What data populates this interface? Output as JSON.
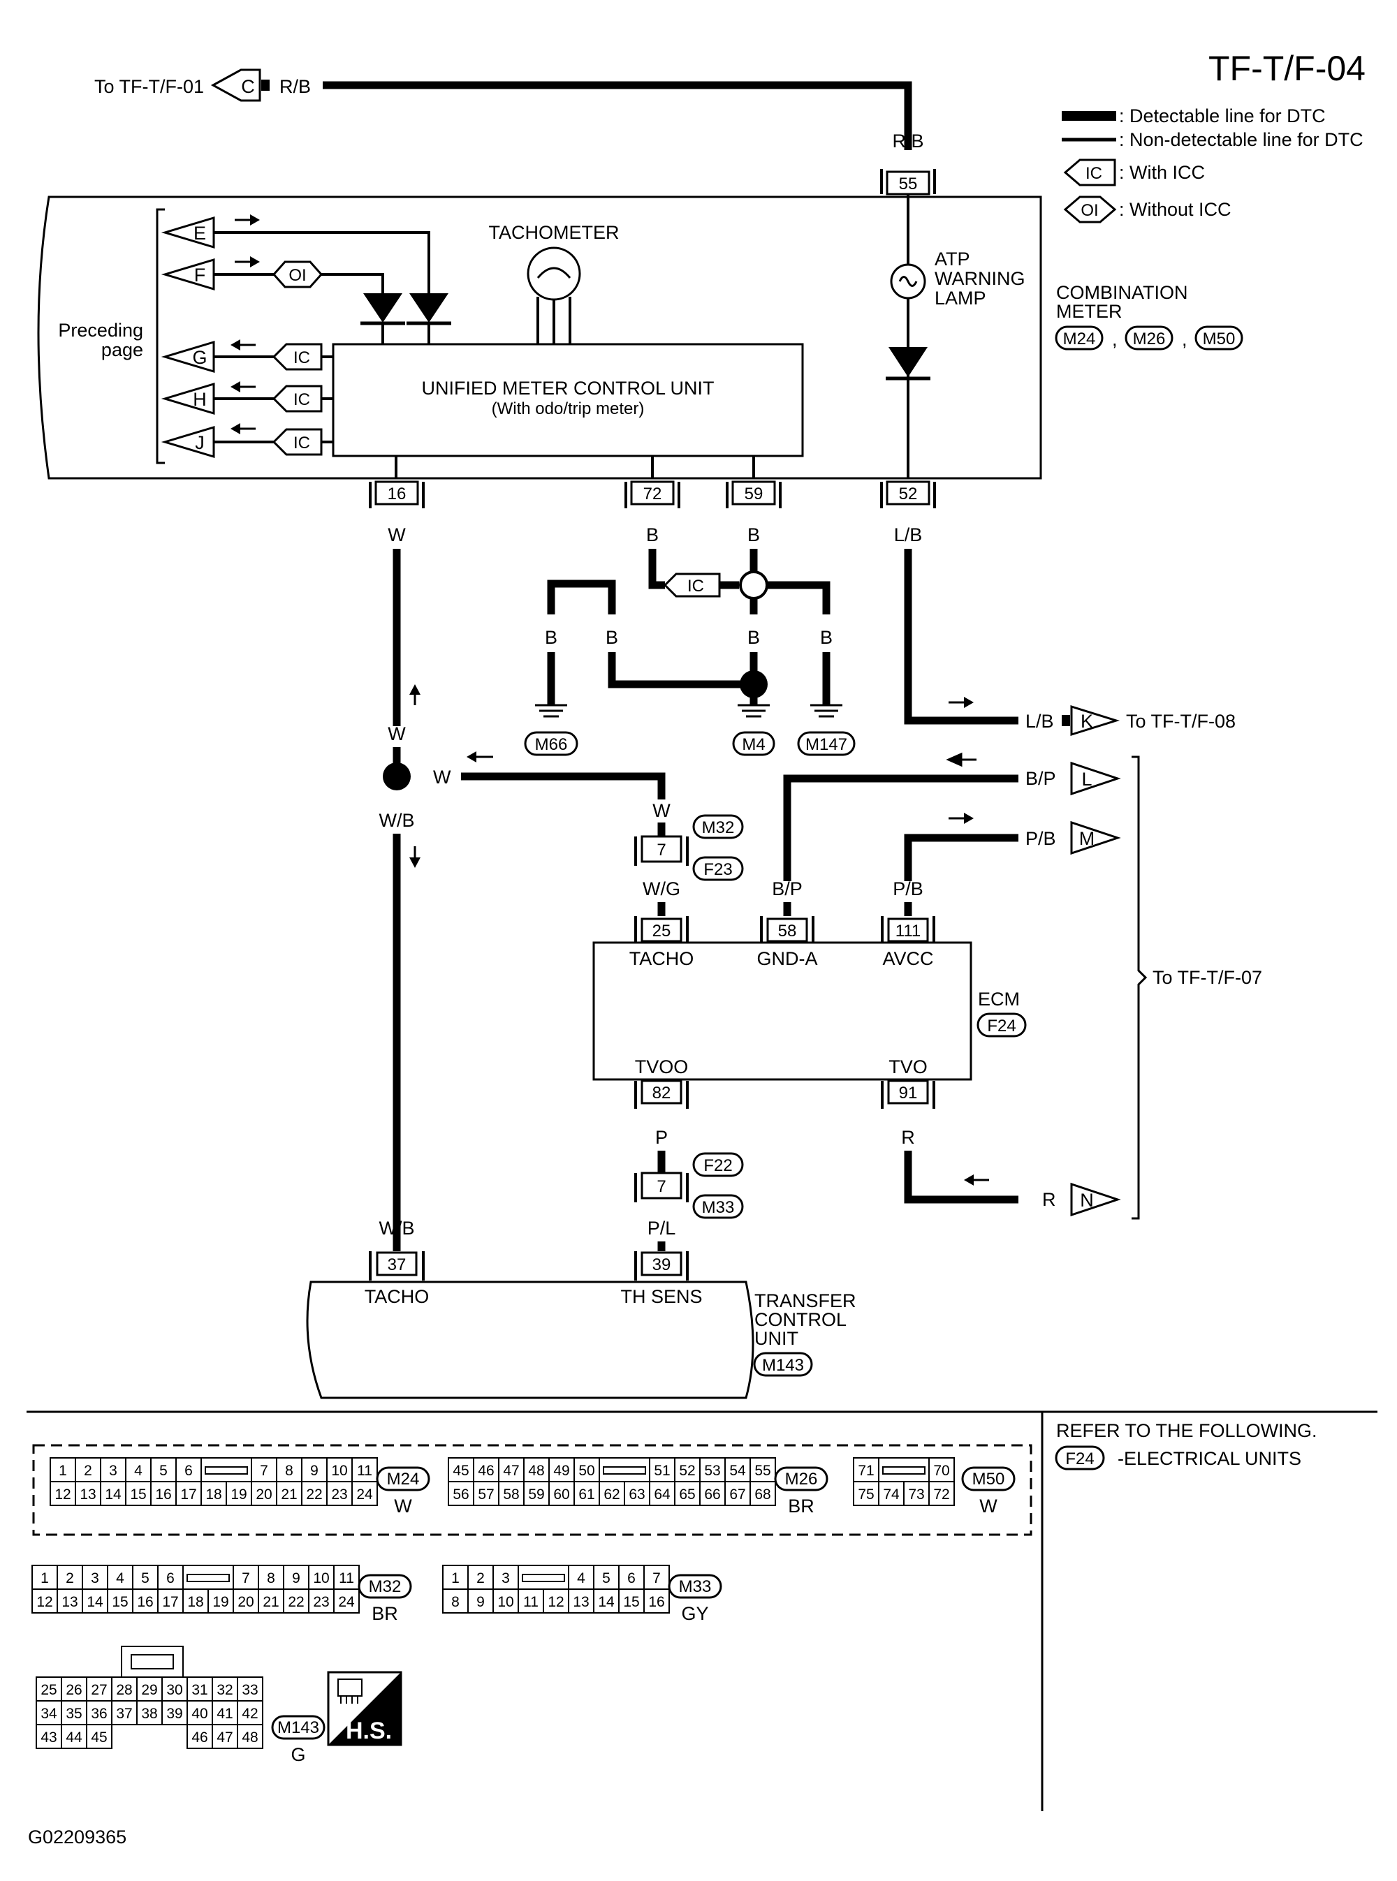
{
  "title": "TF-T/F-04",
  "legend": {
    "detectable": ": Detectable line for DTC",
    "non_detectable": ": Non-detectable line for DTC",
    "with_icc_tag": "IC",
    "with_icc": ": With ICC",
    "without_icc_tag": "OI",
    "without_icc": ": Without ICC"
  },
  "top_link": {
    "text": "To TF-T/F-01",
    "letter": "C",
    "wire": "R/B"
  },
  "combination_meter": {
    "name_line1": "COMBINATION",
    "name_line2": "METER",
    "connectors": [
      "M24",
      "M26",
      "M50"
    ],
    "tachometer": "TACHOMETER",
    "lamp_line1": "ATP",
    "lamp_line2": "WARNING",
    "lamp_line3": "LAMP",
    "unit_line1": "UNIFIED METER CONTROL UNIT",
    "unit_line2": "(With odo/trip meter)",
    "preceding1": "Preceding",
    "preceding2": "page",
    "inputs": [
      "E",
      "F",
      "G",
      "H",
      "J"
    ],
    "pins": {
      "p55": "55",
      "p16": "16",
      "p72": "72",
      "p59": "59",
      "p52": "52"
    }
  },
  "wires": {
    "rb": "R/B",
    "w": "W",
    "b": "B",
    "lb": "L/B",
    "wb": "W/B",
    "wg": "W/G",
    "bp": "B/P",
    "pb": "P/B",
    "p": "P",
    "pl": "P/L",
    "r": "R"
  },
  "grounds": [
    "M66",
    "M4",
    "M147"
  ],
  "right_links": {
    "k_text": "To TF-T/F-08",
    "letters": [
      "K",
      "L",
      "M",
      "N"
    ],
    "group_text": "To TF-T/F-07"
  },
  "joint": {
    "pin": "7",
    "top_conn": "M32",
    "bottom_conn": "F23"
  },
  "ecm": {
    "name": "ECM",
    "conn": "F24",
    "pins": [
      "25",
      "58",
      "111",
      "82",
      "91"
    ],
    "labels": [
      "TACHO",
      "GND-A",
      "AVCC",
      "TVOO",
      "TVO"
    ]
  },
  "joint2": {
    "pin": "7",
    "top_conn": "F22",
    "bottom_conn": "M33"
  },
  "tcu": {
    "line1": "TRANSFER",
    "line2": "CONTROL",
    "line3": "UNIT",
    "conn": "M143",
    "pins": [
      "37",
      "39"
    ],
    "labels": [
      "TACHO",
      "TH SENS"
    ]
  },
  "refer": {
    "line1": "REFER TO THE FOLLOWING.",
    "conn": "F24",
    "text": "-ELECTRICAL UNITS"
  },
  "connector_faces": {
    "m24": {
      "id": "M24",
      "color": "W",
      "row1": [
        "1",
        "2",
        "3",
        "4",
        "5",
        "6",
        "7",
        "8",
        "9",
        "10",
        "11"
      ],
      "row2": [
        "12",
        "13",
        "14",
        "15",
        "16",
        "17",
        "18",
        "19",
        "20",
        "21",
        "22",
        "23",
        "24"
      ]
    },
    "m26": {
      "id": "M26",
      "color": "BR",
      "row1": [
        "45",
        "46",
        "47",
        "48",
        "49",
        "50",
        "51",
        "52",
        "53",
        "54",
        "55"
      ],
      "row2": [
        "56",
        "57",
        "58",
        "59",
        "60",
        "61",
        "62",
        "63",
        "64",
        "65",
        "66",
        "67",
        "68"
      ]
    },
    "m50": {
      "id": "M50",
      "color": "W",
      "row1": [
        "71",
        "70"
      ],
      "row2": [
        "75",
        "74",
        "73",
        "72"
      ]
    },
    "m32": {
      "id": "M32",
      "color": "BR",
      "row1": [
        "1",
        "2",
        "3",
        "4",
        "5",
        "6",
        "7",
        "8",
        "9",
        "10",
        "11"
      ],
      "row2": [
        "12",
        "13",
        "14",
        "15",
        "16",
        "17",
        "18",
        "19",
        "20",
        "21",
        "22",
        "23",
        "24"
      ]
    },
    "m33": {
      "id": "M33",
      "color": "GY",
      "row1": [
        "1",
        "2",
        "3",
        "4",
        "5",
        "6",
        "7"
      ],
      "row2": [
        "8",
        "9",
        "10",
        "11",
        "12",
        "13",
        "14",
        "15",
        "16"
      ]
    },
    "m143": {
      "id": "M143",
      "color": "G",
      "row1": [
        "25",
        "26",
        "27",
        "28",
        "29",
        "30",
        "31",
        "32",
        "33"
      ],
      "row2": [
        "34",
        "35",
        "36",
        "37",
        "38",
        "39",
        "40",
        "41",
        "42"
      ],
      "row3": [
        "43",
        "44",
        "45",
        "46",
        "47",
        "48"
      ]
    }
  },
  "hs_label": "H.S.",
  "footer_code": "G02209365"
}
